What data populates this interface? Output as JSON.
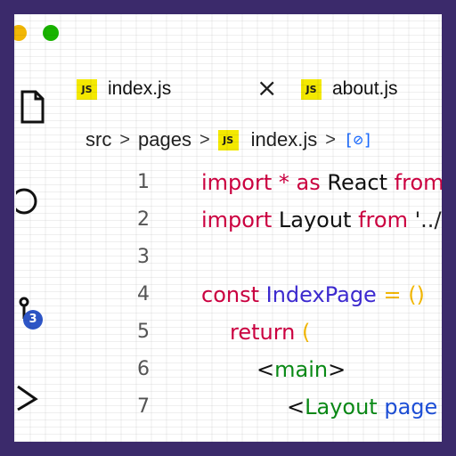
{
  "colors": {
    "frame": "#3b2a6b",
    "background": "#ffffff",
    "keyword": "#cc0040",
    "function": "#3d2ad1",
    "tag": "#0a8a16",
    "attribute": "#1d4fd8",
    "js_icon": "#f4e900",
    "badge": "#2d55c6"
  },
  "window": {
    "traffic_lights": [
      "yellow",
      "green"
    ]
  },
  "activity_bar": {
    "items": [
      {
        "icon": "file-icon"
      },
      {
        "icon": "search-icon"
      },
      {
        "icon": "source-control-icon",
        "badge": "3"
      },
      {
        "icon": "debug-icon"
      }
    ]
  },
  "tabs": [
    {
      "label": "index.js",
      "icon": "JS",
      "active": true,
      "close_icon": "×"
    },
    {
      "label": "about.js",
      "icon": "JS",
      "active": false
    }
  ],
  "breadcrumb": {
    "items": [
      "src",
      "pages",
      "index.js"
    ],
    "separator": ">",
    "file_icon": "JS",
    "symbol_icon": "[⊘]"
  },
  "code": {
    "lines": [
      {
        "number": "1",
        "parts": [
          "import",
          " * ",
          "as",
          " React ",
          "from"
        ]
      },
      {
        "number": "2",
        "parts": [
          "import",
          " Layout ",
          "from",
          " '../"
        ]
      },
      {
        "number": "3",
        "parts": []
      },
      {
        "number": "4",
        "parts": [
          "const",
          " IndexPage ",
          "=",
          " ()"
        ]
      },
      {
        "number": "5",
        "parts": [
          "return",
          " ("
        ]
      },
      {
        "number": "6",
        "parts": [
          "<",
          "main",
          ">"
        ]
      },
      {
        "number": "7",
        "parts": [
          "<",
          "Layout",
          " page"
        ]
      }
    ]
  }
}
